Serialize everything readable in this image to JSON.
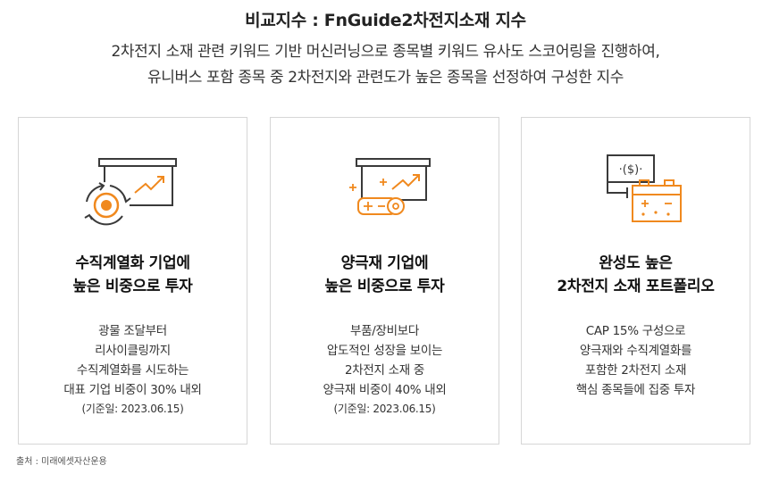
{
  "title": "비교지수 : FnGuide2차전지소재 지수",
  "subtitle": {
    "line1": "2차전지 소재 관련 키워드 기반 머신러닝으로 종목별 키워드 유사도 스코어링을 진행하여,",
    "line2": "유니버스 포함 종목 중 2차전지와 관련도가 높은 종목을 선정하여 구성한 지수"
  },
  "colors": {
    "accent": "#f0891e",
    "dark": "#3a3a3a",
    "border": "#d6d6d6"
  },
  "cards": [
    {
      "icon": "recycle-growth-icon",
      "heading_line1": "수직계열화 기업에",
      "heading_line2": "높은 비중으로 투자",
      "body_lines": [
        "광물 조달부터",
        "리사이클링까지",
        "수직계열화를 시도하는",
        "대표 기업 비중이 30% 내외"
      ],
      "date": "(기준일: 2023.06.15)"
    },
    {
      "icon": "cathode-growth-icon",
      "heading_line1": "양극재 기업에",
      "heading_line2": "높은 비중으로 투자",
      "body_lines": [
        "부품/장비보다",
        "압도적인 성장을 보이는",
        "2차전지 소재 중",
        "양극재 비중이 40% 내외"
      ],
      "date": "(기준일: 2023.06.15)"
    },
    {
      "icon": "battery-cap-icon",
      "heading_line1": "완성도 높은",
      "heading_line2": "2차전지 소재 포트폴리오",
      "body_lines": [
        "CAP 15% 구성으로",
        "양극재와 수직계열화를",
        "포함한 2차전지 소재",
        "핵심 종목들에 집중 투자"
      ],
      "date": ""
    }
  ],
  "icon_text": {
    "dollar": "·($)·"
  },
  "source": "출처 : 미래에셋자산운용"
}
